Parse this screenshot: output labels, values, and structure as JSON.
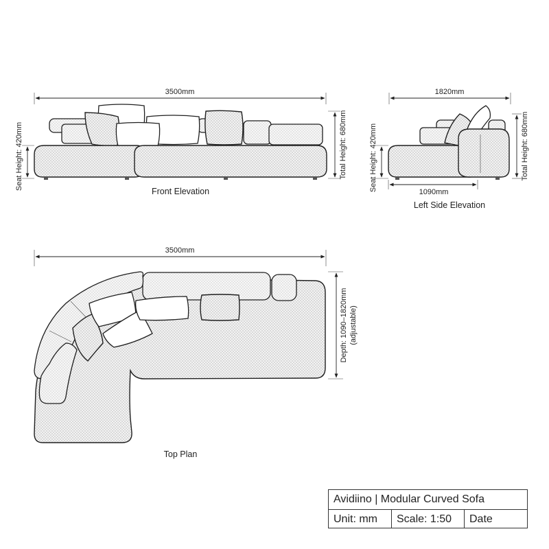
{
  "front_elevation": {
    "width_label": "3500mm",
    "seat_height_label": "Seat Height: 420mm",
    "total_height_label": "Total Height: 680mm",
    "caption": "Front Elevation"
  },
  "side_elevation": {
    "width_label": "1820mm",
    "seat_height_label": "Seat Height: 420mm",
    "total_height_label": "Total Height: 680mm",
    "seat_depth_label": "1090mm",
    "caption": "Left Side Elevation"
  },
  "top_plan": {
    "width_label": "3500mm",
    "depth_label": "Depth: 1090–1820mm",
    "depth_note": "(adjustable)",
    "caption": "Top Plan"
  },
  "title_block": {
    "title": "Avidiino | Modular Curved Sofa",
    "unit": "Unit: mm",
    "scale": "Scale: 1:50",
    "date": "Date"
  }
}
